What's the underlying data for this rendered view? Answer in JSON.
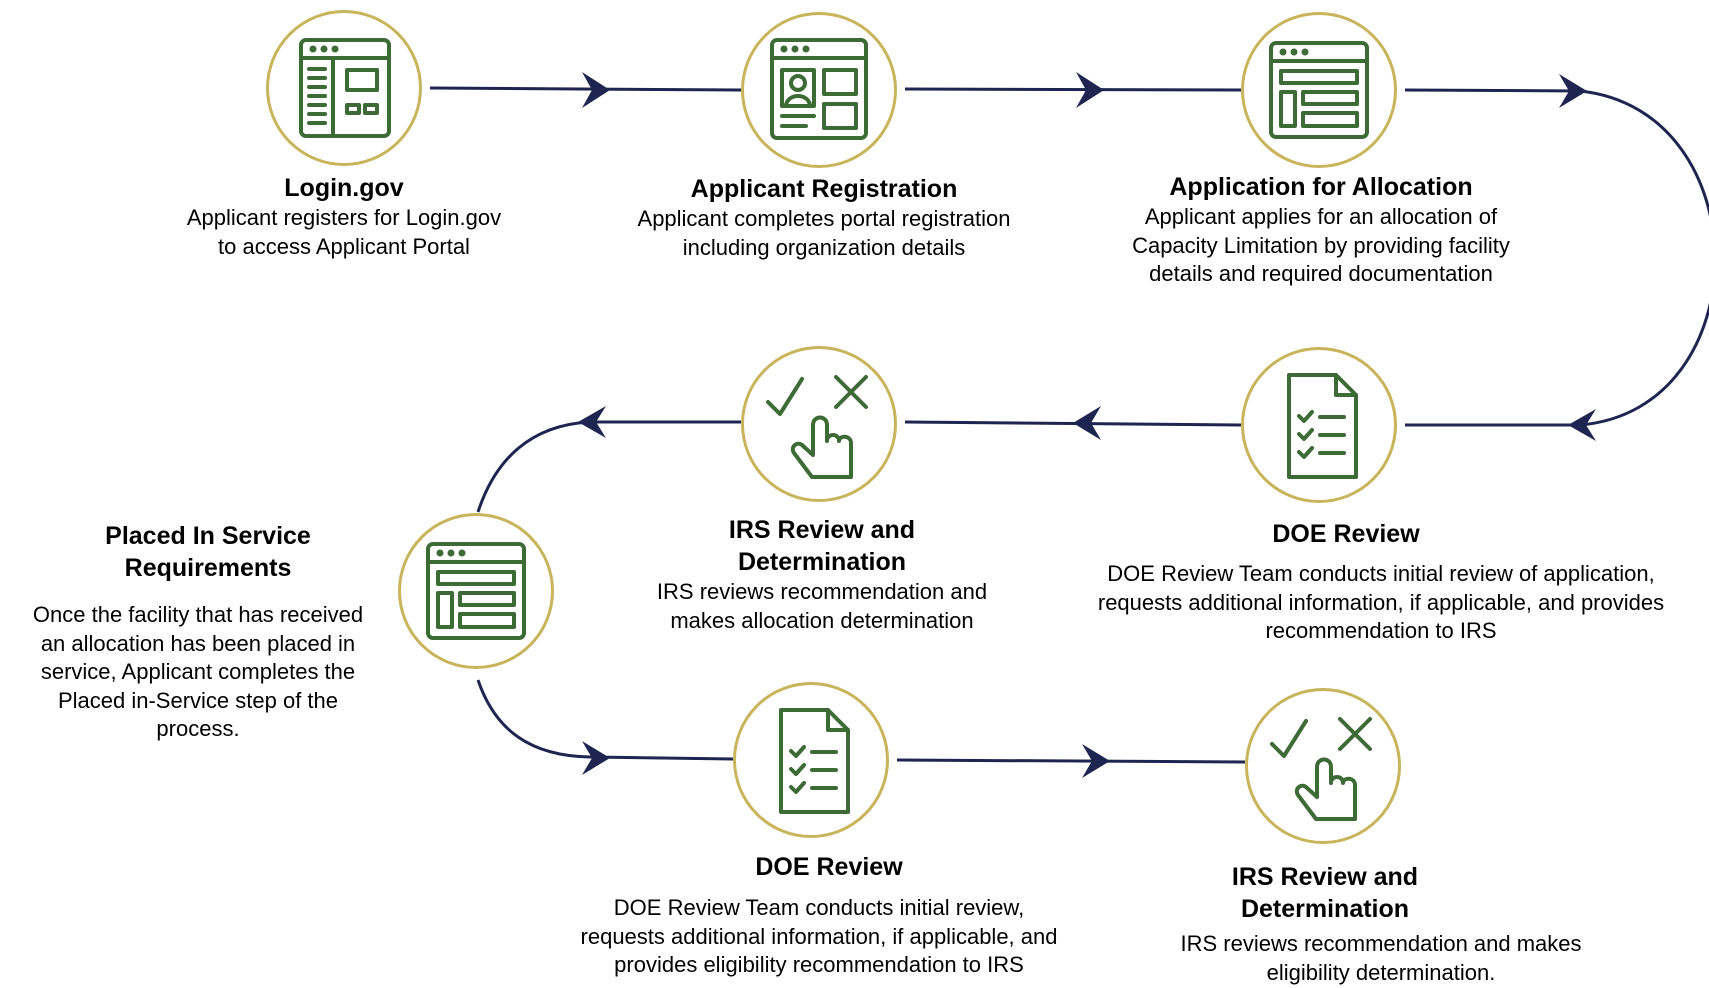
{
  "colors": {
    "connector": "#1e2550",
    "node_ring": "#c8b45a",
    "icon": "#3d6b35",
    "text": "#000000"
  },
  "steps": [
    {
      "id": "login",
      "icon": "portal-sidebar-window-icon",
      "title": "Login.gov",
      "description": "Applicant registers for Login.gov\nto access Applicant Portal"
    },
    {
      "id": "registration",
      "icon": "profile-card-window-icon",
      "title": "Applicant Registration",
      "description": "Applicant completes portal registration\nincluding organization details"
    },
    {
      "id": "allocation-application",
      "icon": "form-window-icon",
      "title": "Application for Allocation",
      "description": "Applicant applies for an allocation of\nCapacity Limitation by providing facility\ndetails and required documentation"
    },
    {
      "id": "doe-review-1",
      "icon": "checklist-document-icon",
      "title": "DOE Review",
      "description": "DOE Review Team conducts initial review of application,\nrequests additional information, if applicable, and provides\nrecommendation to IRS"
    },
    {
      "id": "irs-review-1",
      "icon": "hand-check-cross-icon",
      "title": "IRS Review and\nDetermination",
      "description": "IRS reviews recommendation and\nmakes allocation determination"
    },
    {
      "id": "placed-in-service",
      "icon": "form-window-icon",
      "title": "Placed In Service\nRequirements",
      "description": "Once the facility that has received\nan allocation has been placed in\nservice, Applicant completes the\nPlaced in-Service step of the\nprocess."
    },
    {
      "id": "doe-review-2",
      "icon": "checklist-document-icon",
      "title": "DOE Review",
      "description": "DOE Review Team conducts initial review,\nrequests additional information, if applicable, and\nprovides eligibility recommendation to IRS"
    },
    {
      "id": "irs-review-2",
      "icon": "hand-check-cross-icon",
      "title": "IRS Review and\nDetermination",
      "description": "IRS reviews recommendation and makes\neligibility determination."
    }
  ]
}
